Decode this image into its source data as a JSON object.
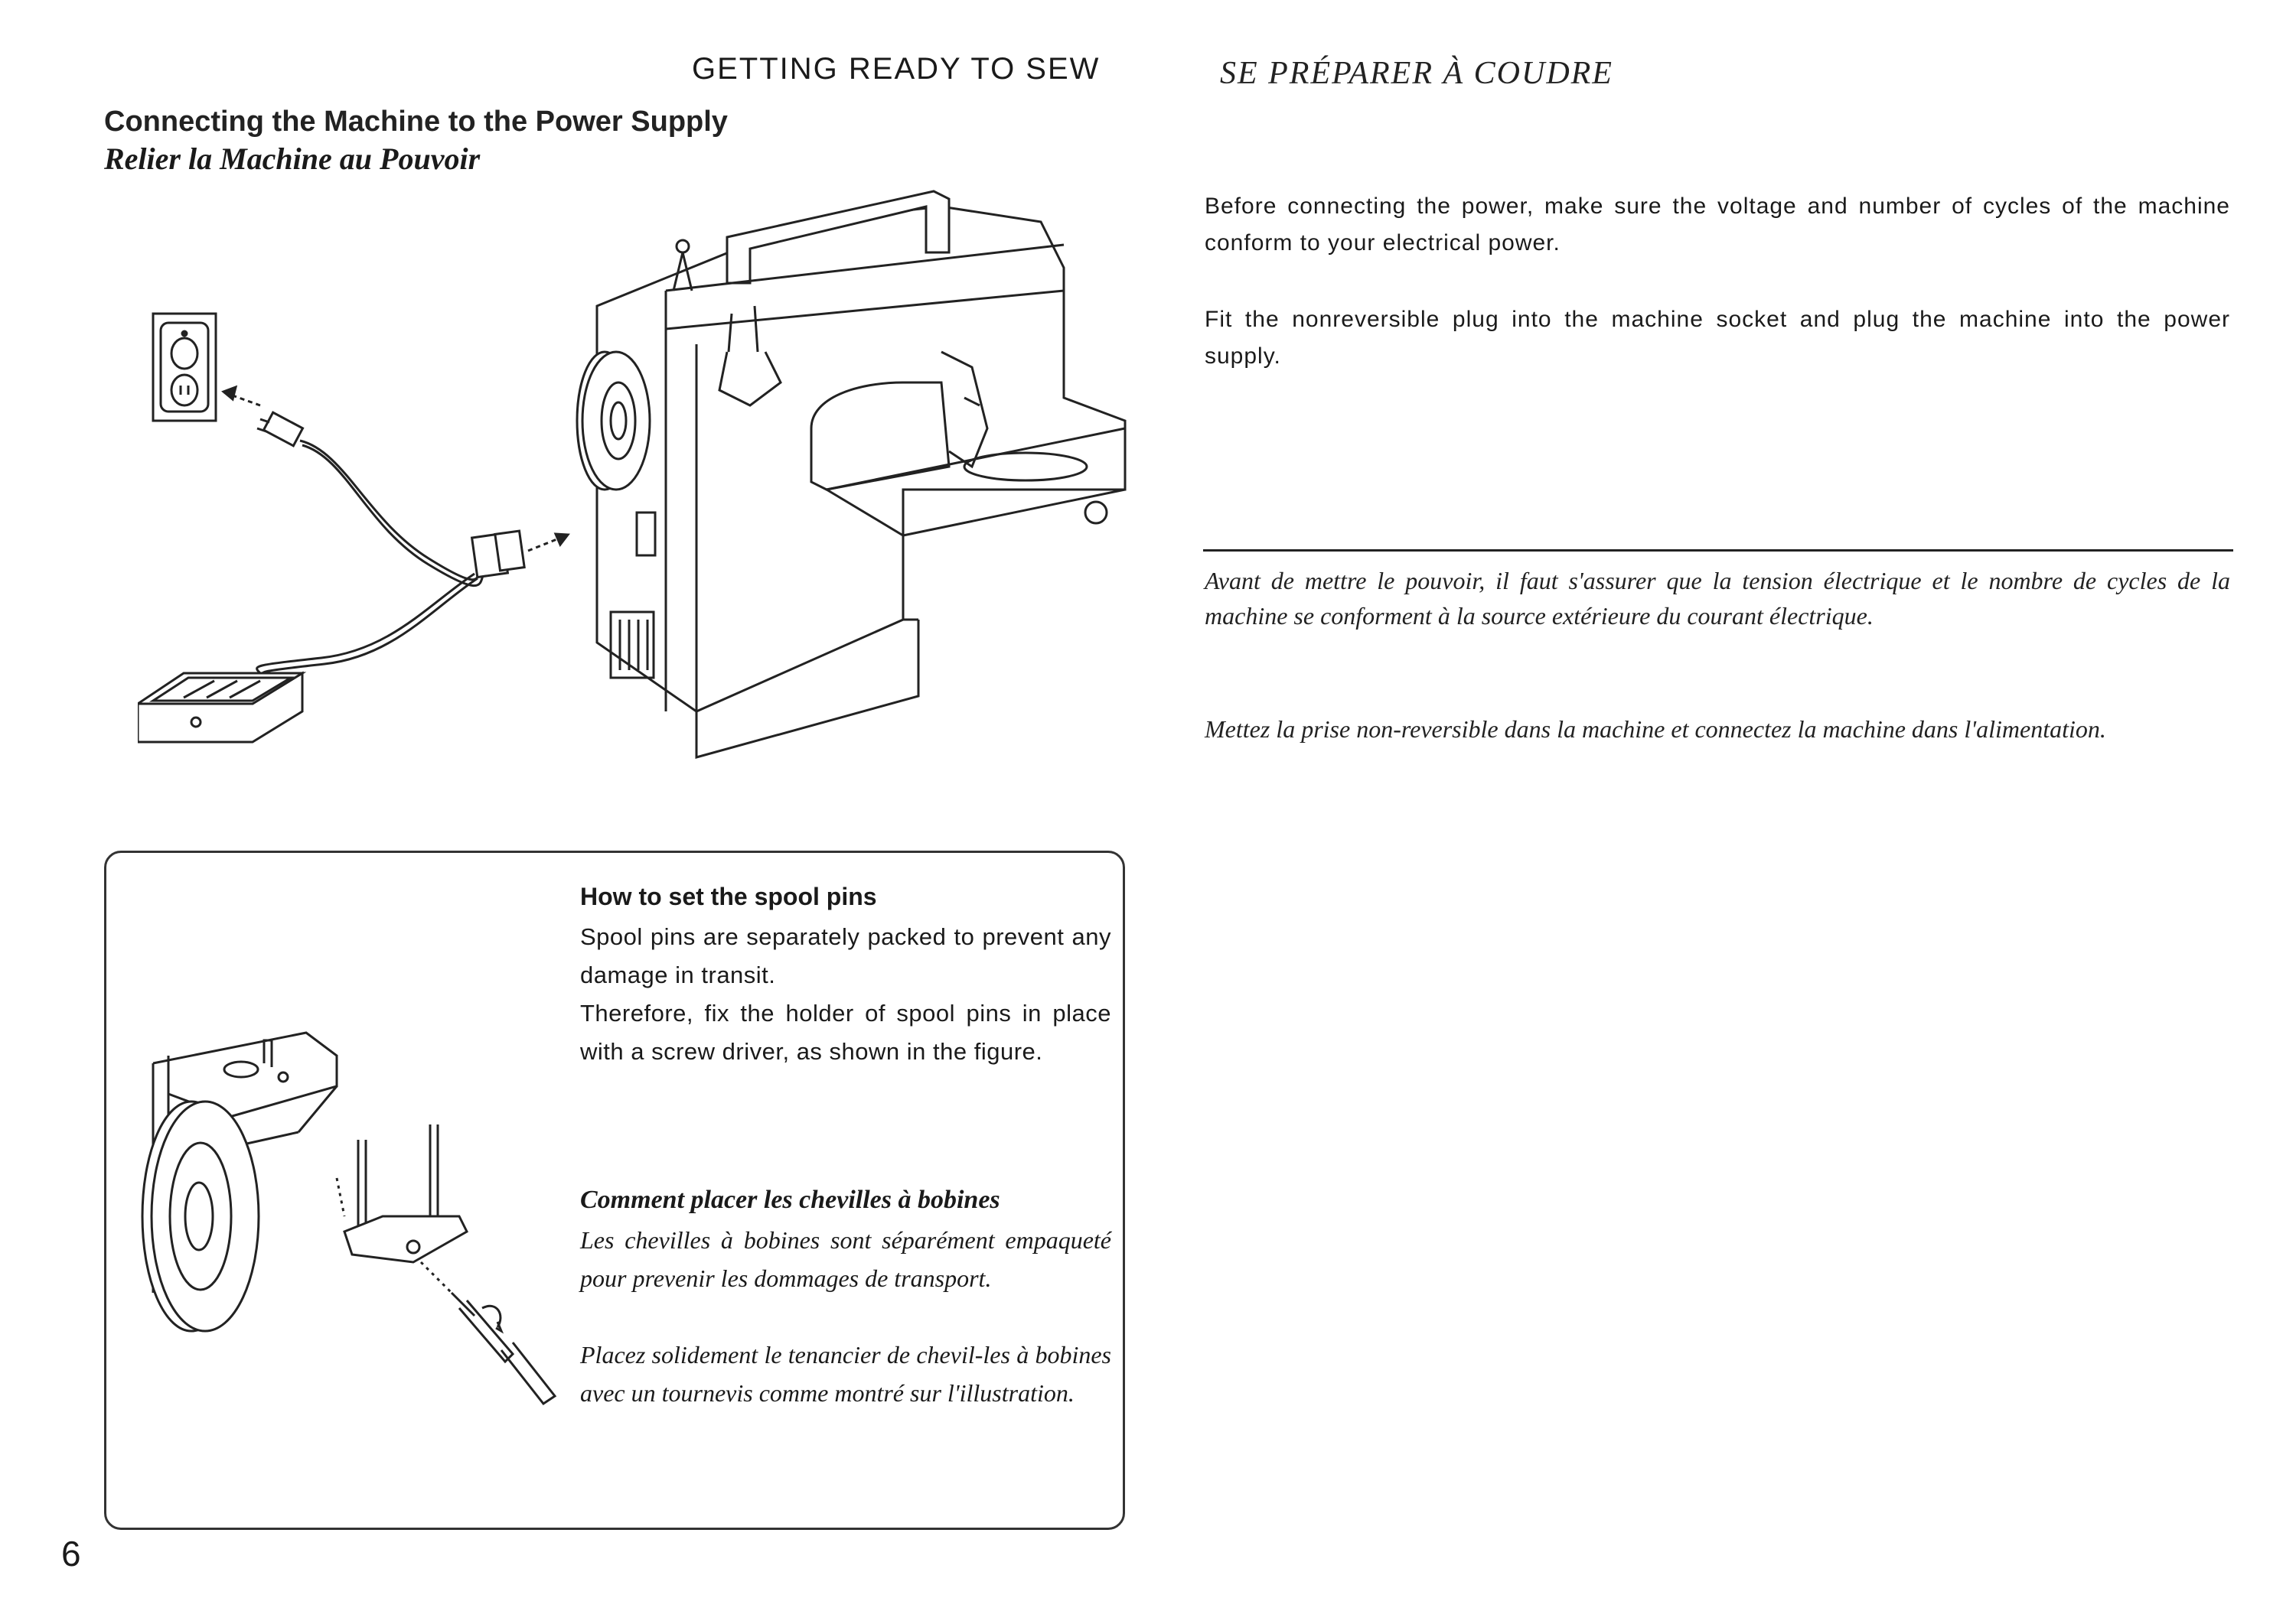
{
  "header": {
    "en": "GETTING READY TO SEW",
    "fr": "SE PRÉPARER À COUDRE"
  },
  "section": {
    "title_en": "Connecting the Machine to the Power Supply",
    "title_fr": "Relier la Machine au Pouvoir"
  },
  "instructions_en": [
    "Before connecting the power, make sure the voltage and number of cycles of the machine conform to your electrical power.",
    "Fit the nonreversible plug into the machine socket and plug the machine into the power supply."
  ],
  "instructions_fr": [
    "Avant de mettre le pouvoir, il faut s'assurer que la tension électrique et le nombre de cycles de la machine se conforment à la source extérieure du courant électrique.",
    "Mettez la prise non-reversible dans la machine et connectez la machine dans l'alimentation."
  ],
  "spool_box": {
    "title_en": "How to set the spool pins",
    "body_en": [
      "Spool pins are separately packed to prevent any damage in transit.",
      "Therefore, fix the holder of spool pins in place with a screw driver, as shown in the figure."
    ],
    "title_fr": "Comment placer les chevilles à bobines",
    "body_fr": [
      "Les chevilles à bobines sont séparément empaqueté pour prevenir les dommages de transport.",
      "Placez solidement le tenancier de chevil-les à bobines avec un tournevis comme montré sur l'illustration."
    ]
  },
  "page_number": "6",
  "colors": {
    "ink": "#1a1a1a",
    "paper": "#ffffff"
  },
  "icons": {
    "outlet": "wall-outlet-icon",
    "plug": "power-plug-icon",
    "pedal": "foot-pedal-icon",
    "machine": "sewing-machine-illustration",
    "spool_figure": "spool-pin-holder-illustration"
  }
}
